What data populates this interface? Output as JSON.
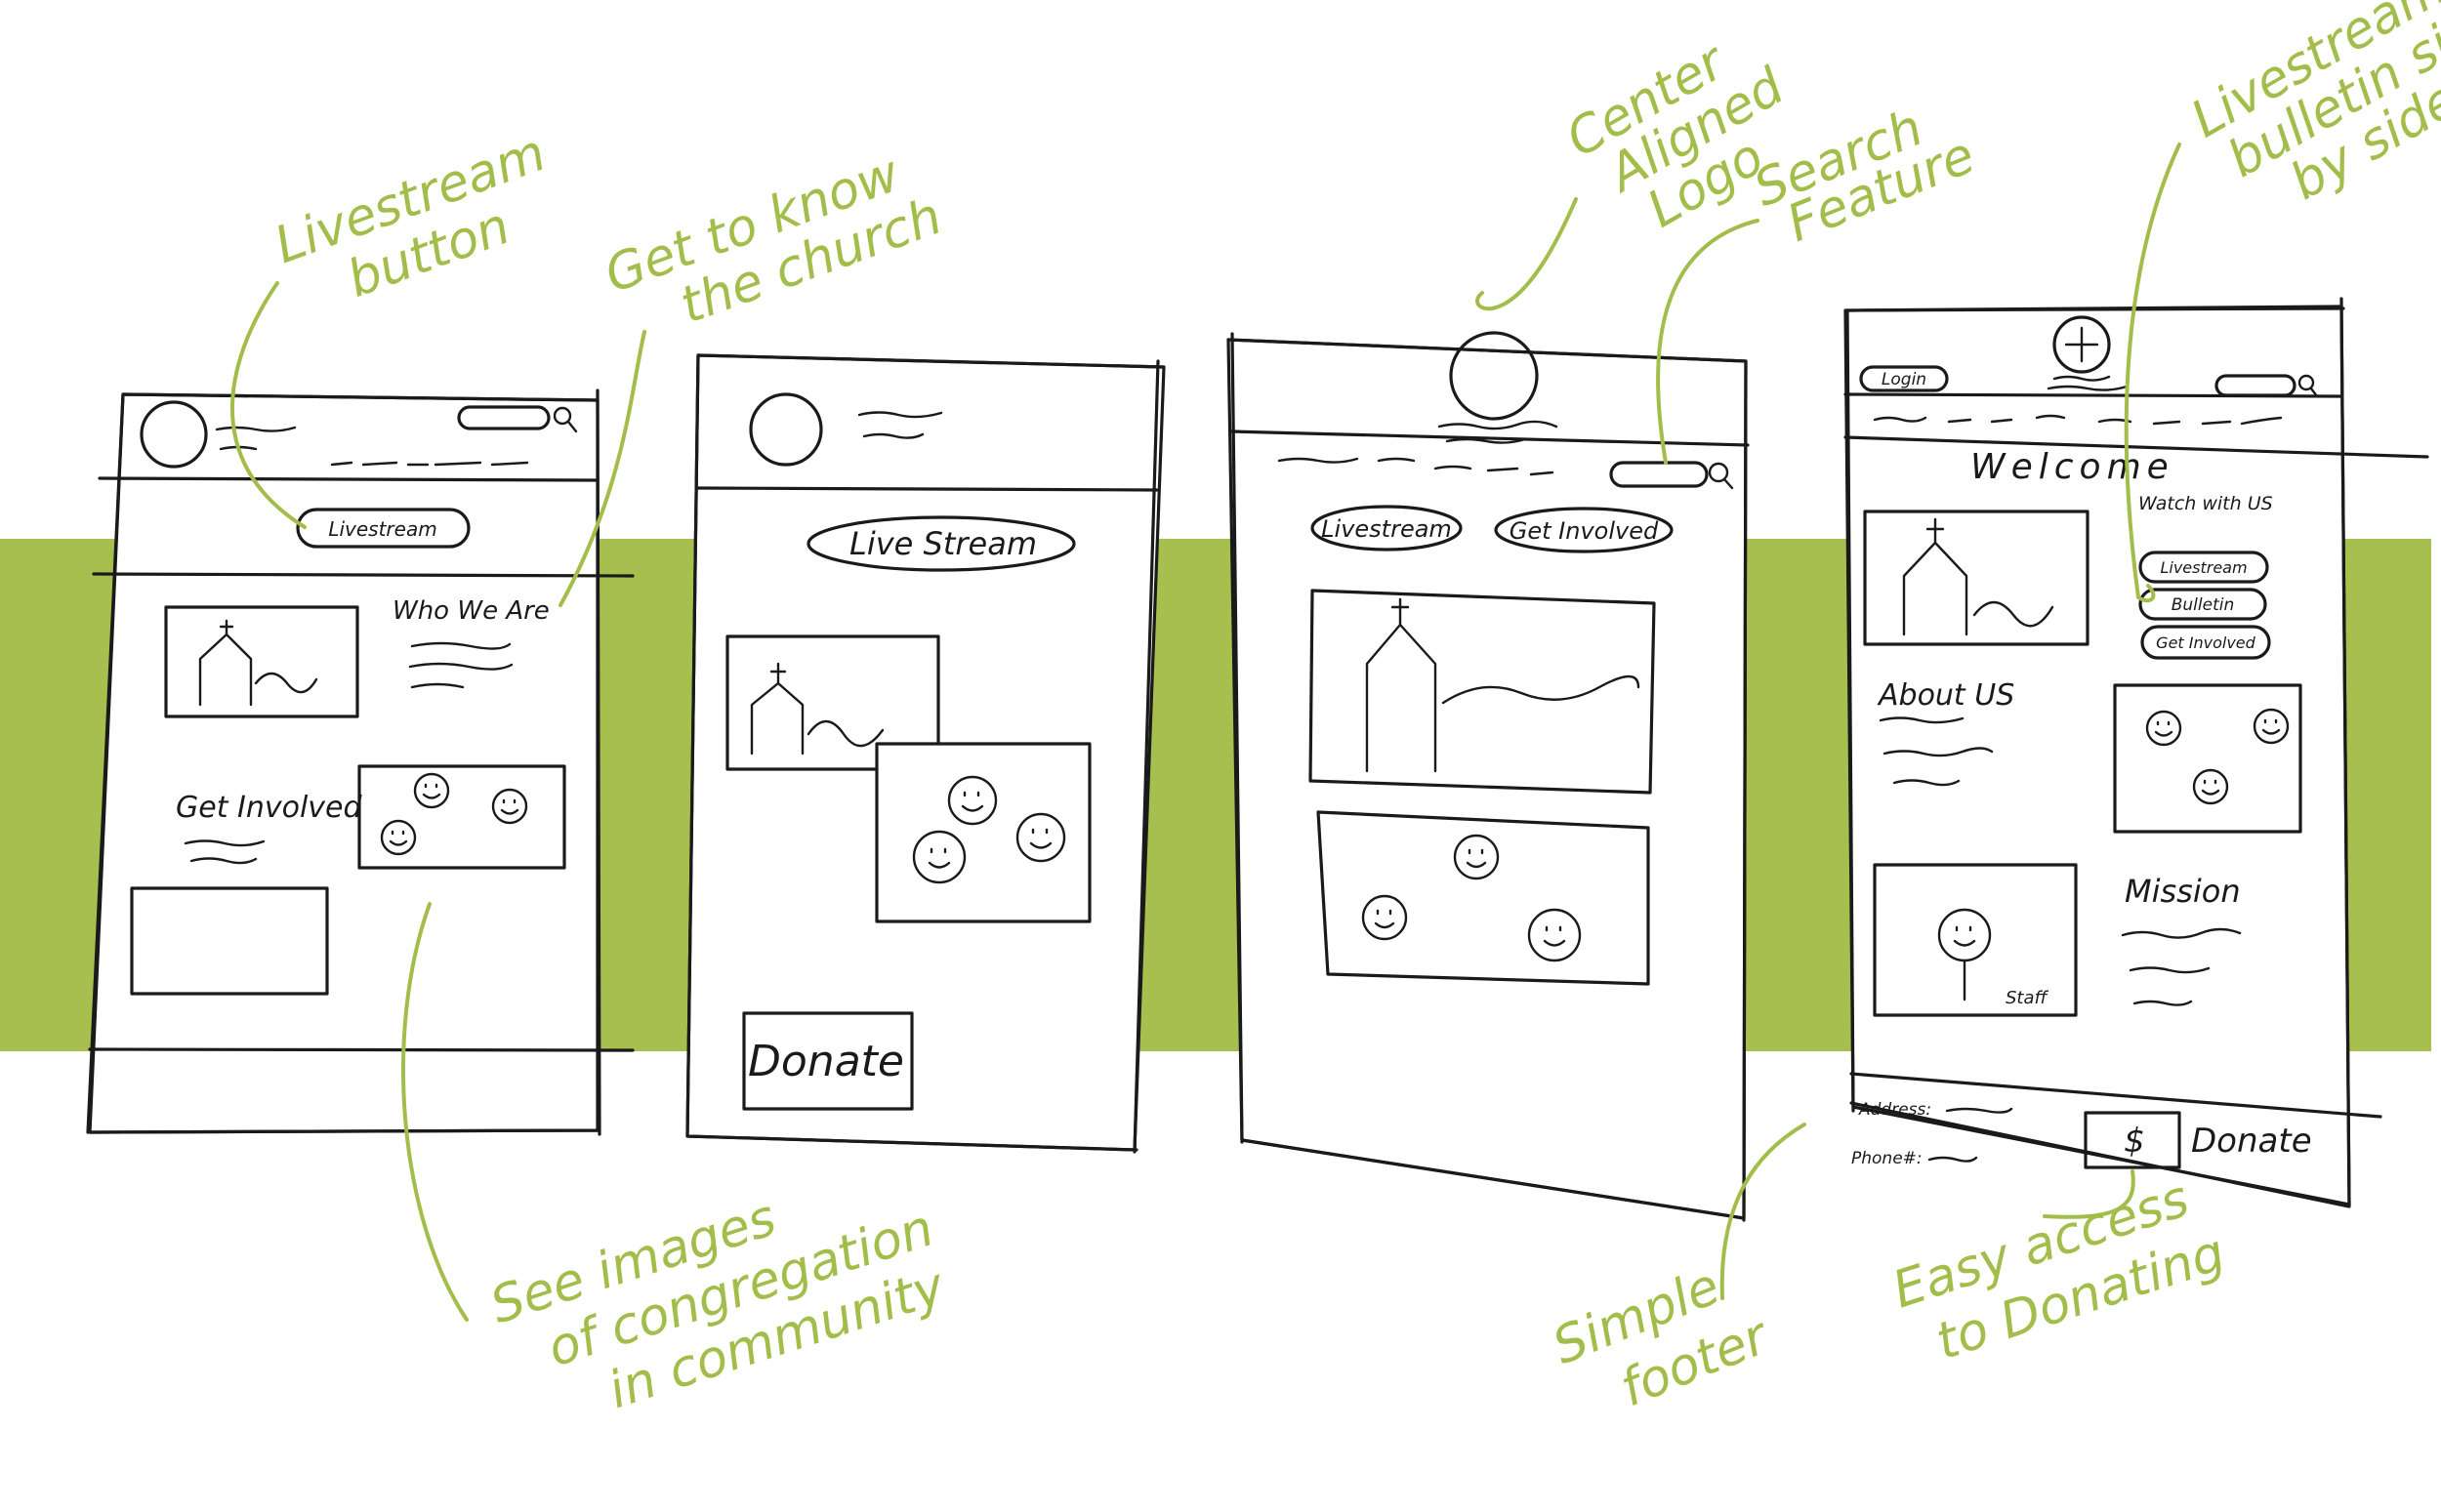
{
  "colors": {
    "band": "#a7bf4e",
    "annotation": "#a3bd4b",
    "ink": "#1a1a1a",
    "paper": "#ffffff"
  },
  "annotations": {
    "livestream_button": [
      "Livestream",
      "button"
    ],
    "get_to_know": [
      "Get to know",
      "the church"
    ],
    "congregation_images": [
      "See images",
      "of congregation",
      "in community"
    ],
    "center_logo": [
      "Center",
      "Aligned",
      "Logo"
    ],
    "search_feature": [
      "Search",
      "Feature"
    ],
    "side_by_side": [
      "Livestream &",
      "bulletin side",
      "by side"
    ],
    "simple_footer": [
      "Simple",
      "footer"
    ],
    "easy_donating": [
      "Easy access",
      "to Donating"
    ]
  },
  "sketch1": {
    "livestream": "Livestream",
    "who_we_are": "Who We Are",
    "get_involved": "Get Involved"
  },
  "sketch2": {
    "livestream": "Live Stream",
    "donate": "Donate"
  },
  "sketch3": {
    "livestream": "Livestream",
    "get_involved": "Get Involved"
  },
  "sketch4": {
    "login": "Login",
    "welcome": "Welcome",
    "watch_with_us": "Watch with US",
    "livestream": "Livestream",
    "bulletin": "Bulletin",
    "get_involved": "Get Involved",
    "about_us": "About US",
    "mission": "Mission",
    "staff": "Staff",
    "address": "Address:",
    "phone": "Phone#:",
    "dollar": "$",
    "donate": "Donate"
  },
  "icons": [
    "logo-circle-icon",
    "search-icon",
    "church-icon",
    "smiley-face-icon",
    "cross-logo-icon"
  ]
}
